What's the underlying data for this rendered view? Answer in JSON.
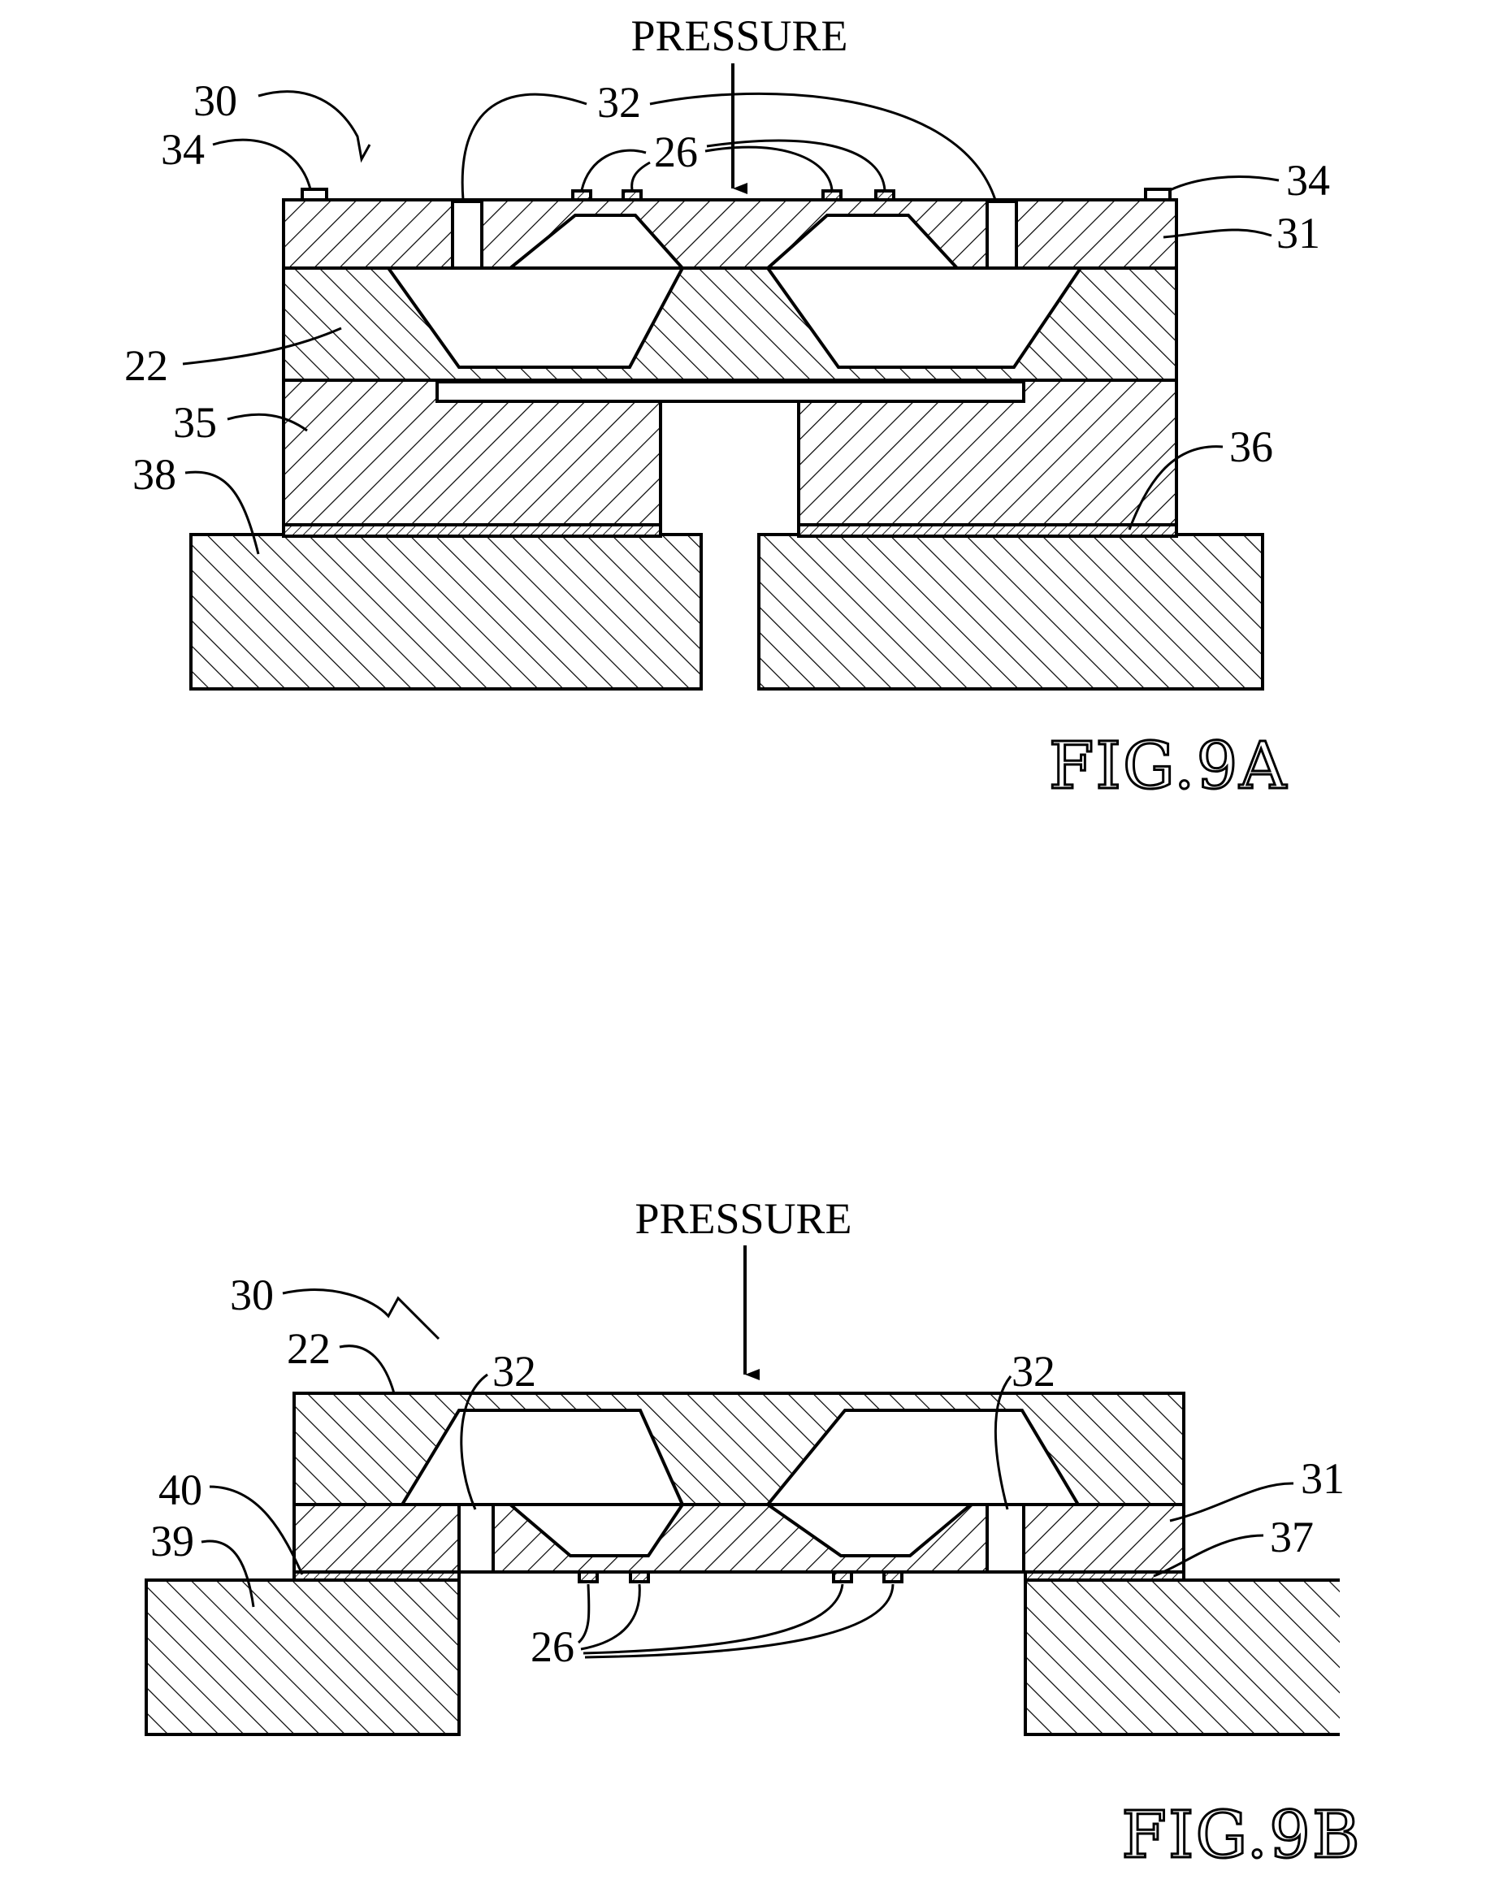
{
  "figures": [
    {
      "id": "fig-9a",
      "caption": "FIG.9A",
      "arrow_label": "PRESSURE",
      "refs": {
        "assembly": "30",
        "cap_layer": "31",
        "vents": "32",
        "pads": "34",
        "sensor_die": "22",
        "carrier": "35",
        "bond_layer": "36",
        "housing": "38",
        "gauges": "26"
      }
    },
    {
      "id": "fig-9b",
      "caption": "FIG.9B",
      "arrow_label": "PRESSURE",
      "refs": {
        "assembly": "30",
        "sensor_die": "22",
        "vents": "32",
        "cap_layer": "31",
        "bond_layer_right": "37",
        "bond_layer_left": "40",
        "housing": "39",
        "gauges": "26"
      }
    }
  ]
}
